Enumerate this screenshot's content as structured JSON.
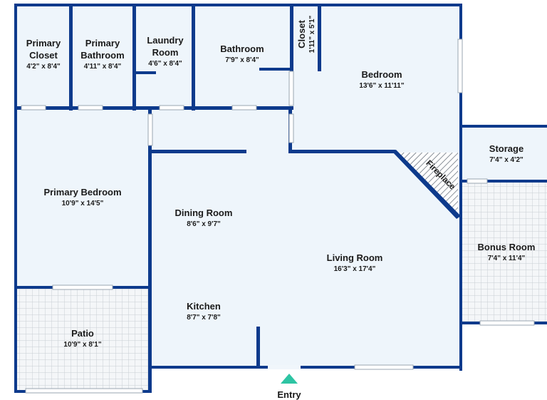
{
  "colors": {
    "wall": "#0d3a8c",
    "floor": "#eef5fb",
    "patio_grid": "#c9ced3",
    "entry_marker": "#2dc4a3",
    "fireplace_hatch": "#5a6470"
  },
  "rooms": {
    "primary_closet": {
      "name_line1": "Primary",
      "name_line2": "Closet",
      "dims": "4'2\" x 8'4\""
    },
    "primary_bathroom": {
      "name_line1": "Primary",
      "name_line2": "Bathroom",
      "dims": "4'11\" x 8'4\""
    },
    "laundry": {
      "name_line1": "Laundry",
      "name_line2": "Room",
      "dims": "4'6\" x 8'4\""
    },
    "bathroom": {
      "name": "Bathroom",
      "dims": "7'9\" x 8'4\""
    },
    "closet": {
      "name": "Closet",
      "dims": "1'11\" x 5'1\""
    },
    "bedroom": {
      "name": "Bedroom",
      "dims": "13'6\" x 11'11\""
    },
    "storage": {
      "name": "Storage",
      "dims": "7'4\" x 4'2\""
    },
    "primary_bedroom": {
      "name": "Primary Bedroom",
      "dims": "10'9\" x 14'5\""
    },
    "dining_room": {
      "name": "Dining Room",
      "dims": "8'6\" x 9'7\""
    },
    "living_room": {
      "name": "Living Room",
      "dims": "16'3\" x 17'4\""
    },
    "bonus_room": {
      "name": "Bonus Room",
      "dims": "7'4\" x 11'4\""
    },
    "kitchen": {
      "name": "Kitchen",
      "dims": "8'7\" x 7'8\""
    },
    "patio": {
      "name": "Patio",
      "dims": "10'9\" x 8'1\""
    }
  },
  "fireplace_label": "Fireplace",
  "entry_label": "Entry"
}
